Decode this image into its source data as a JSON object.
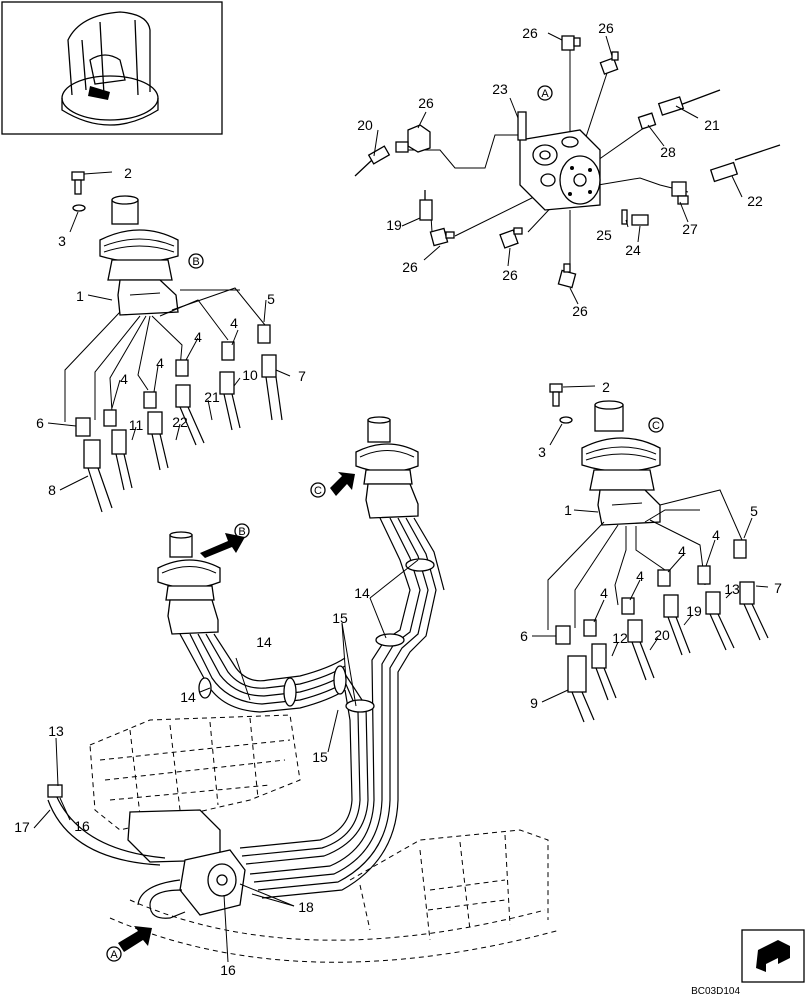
{
  "detail_letters": {
    "a": "A",
    "b": "B",
    "c": "C"
  },
  "callouts": {
    "n1": "1",
    "n2": "2",
    "n3": "3",
    "n4": "4",
    "n5": "5",
    "n6": "6",
    "n7": "7",
    "n8": "8",
    "n9": "9",
    "n10": "10",
    "n11": "11",
    "n12": "12",
    "n13": "13",
    "n14": "14",
    "n15": "15",
    "n16": "16",
    "n17": "17",
    "n18": "18",
    "n19": "19",
    "n20": "20",
    "n21": "21",
    "n22": "22",
    "n23": "23",
    "n24": "24",
    "n25": "25",
    "n26": "26",
    "n27": "27",
    "n28": "28"
  },
  "drawing_code": "BC03D104",
  "icons": {
    "machine_thumbnail": "excavator-cab-icon",
    "view_arrows": "view-arrow-icon",
    "corner_symbol": "return-arrow-icon"
  }
}
